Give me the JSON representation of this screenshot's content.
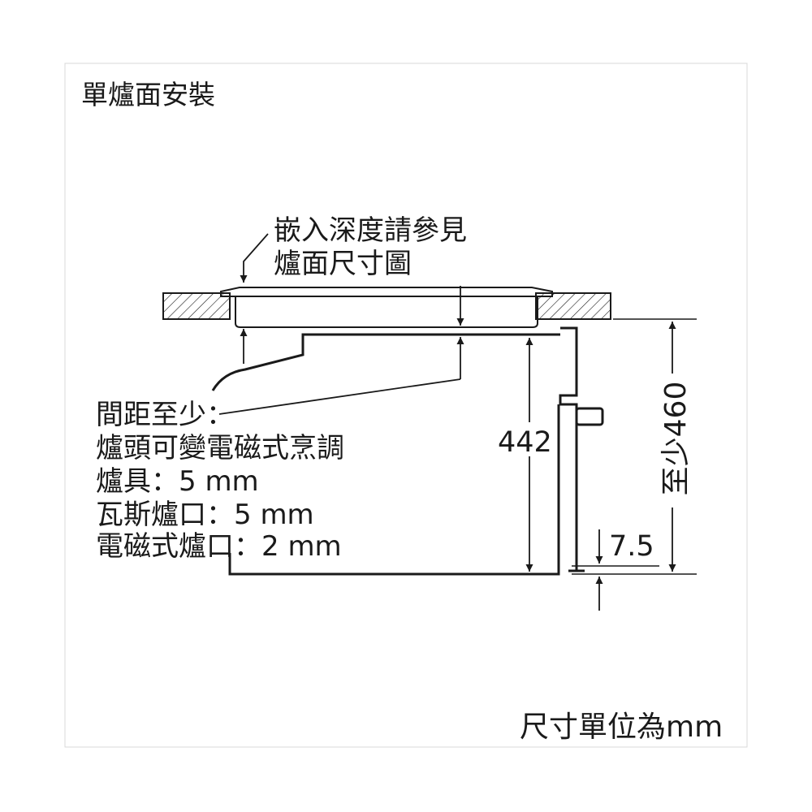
{
  "diagram": {
    "title": "單爐面安裝",
    "unit_note": "尺寸單位為mm",
    "callout": {
      "line1": "嵌入深度請參見",
      "line2": "爐面尺寸圖"
    },
    "clearance_note": [
      "間距至少：",
      "爐頭可變電磁式烹調",
      "爐具：5 mm",
      "瓦斯爐口：5 mm",
      "電磁式爐口：2 mm"
    ],
    "dimensions": {
      "oven_height": "442",
      "min_height": "至少460",
      "bottom_offset": "7.5"
    },
    "colors": {
      "line": "#1a1a1a",
      "frame": "#d9d9d9",
      "background": "#ffffff"
    }
  }
}
